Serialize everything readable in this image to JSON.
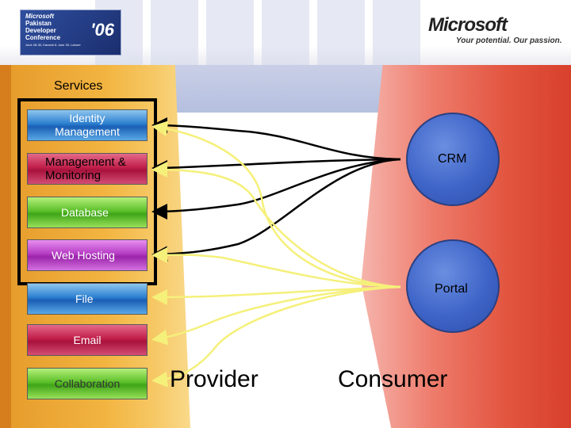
{
  "header": {
    "event_logo": {
      "brand": "Microsoft",
      "line1": "Pakistan",
      "line2": "Developer",
      "line3": "Conference",
      "year": "'06",
      "dates": "June 28-30, Karachi & June 30, Lahore"
    },
    "company_logo": "Microsoft",
    "tagline": "Your potential. Our passion."
  },
  "services": {
    "heading": "Services",
    "items": [
      {
        "label": "Identity Management",
        "color": "#2b7fd0"
      },
      {
        "label": "Management & Monitoring",
        "color": "#c11f4a"
      },
      {
        "label": "Database",
        "color": "#5cc02a"
      },
      {
        "label": "Web Hosting",
        "color": "#b53cc4"
      },
      {
        "label": "File",
        "color": "#2b7fd0"
      },
      {
        "label": "Email",
        "color": "#c11f4a"
      },
      {
        "label": "Collaboration",
        "color": "#5cc02a"
      }
    ]
  },
  "consumers": [
    {
      "label": "CRM"
    },
    {
      "label": "Portal"
    }
  ],
  "roles": {
    "provider": "Provider",
    "consumer": "Consumer"
  },
  "colors": {
    "provider_band": "#f2b440",
    "consumer_band": "#e2553f",
    "crm_link": "#000000",
    "portal_link": "#f5f07a"
  }
}
